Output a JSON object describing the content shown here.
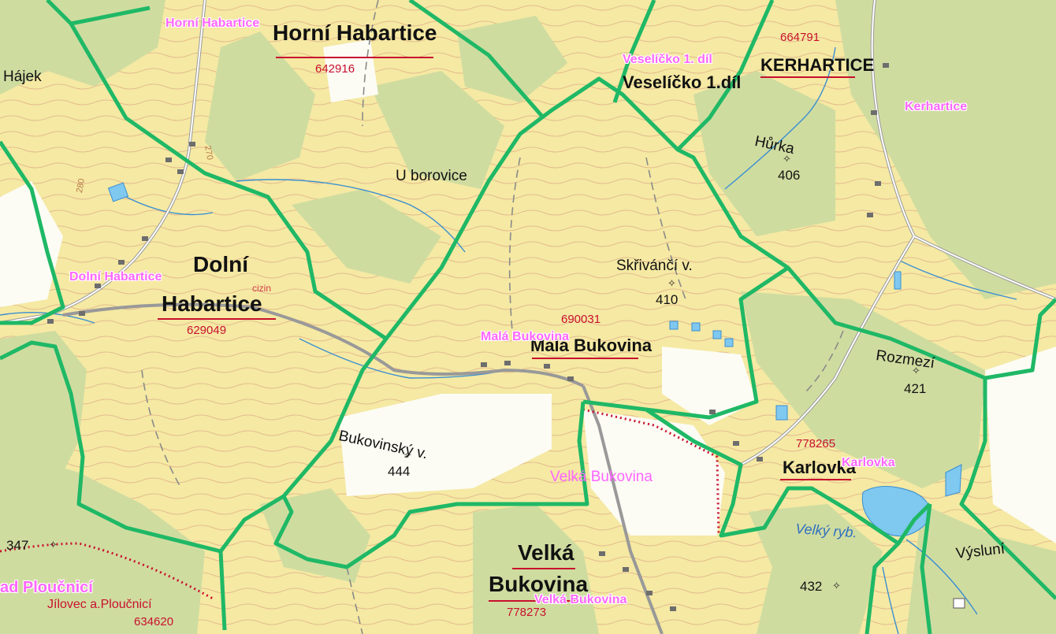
{
  "map": {
    "colors": {
      "background": "#f5e9a3",
      "forest": "#cfdca0",
      "open": "#ffffff",
      "boundary": "#1fb866",
      "contour": "#d9a27a",
      "water": "#7fc8f0",
      "stream": "#3b8fd1",
      "road": "#9a9a9a",
      "label_pink": "#ff66ff",
      "code_red": "#c8102e"
    },
    "villages": {
      "horni_habartice": "Horní Habartice",
      "dolni_1": "Dolní",
      "dolni_2": "Habartice",
      "mala_bukovina": "Malá Bukovina",
      "velka_1": "Velká",
      "velka_2": "Bukovina",
      "kerhartice": "KERHARTICE",
      "veselicko": "Veselíčko 1.díl",
      "karlovka": "Karlovka"
    },
    "codes": {
      "c642916": "642916",
      "c664791": "664791",
      "c629049": "629049",
      "c690031": "690031",
      "c778265": "778265",
      "c778273": "778273",
      "c634620": "634620"
    },
    "overlay": {
      "horni_habartice": "Horní Habartice",
      "veselicko": "Veselíčko 1. díl",
      "kerhartice": "Kerhartice",
      "dolni_habartice": "Dolní Habartice",
      "mala_bukovina": "Malá Bukovina",
      "velka_bukovina_mid": "Velká Bukovina",
      "karlovka": "Karlovka",
      "velka_bukovina_bottom": "Velká Bukovina",
      "ploucnici": "ad Ploučnicí"
    },
    "places": {
      "hajek": "Hájek",
      "u_borovice": "U borovice",
      "hurka": "Hůrka",
      "skrivanci": "Skřivánčí v.",
      "bukovinsky": "Bukovinský v.",
      "rozmezi": "Rozmezí",
      "velky_rybnik": "Velký ryb.",
      "vysluni": "Výsluní",
      "ploucnici_partial": "Jílovec a.Ploučnicí",
      "cizin": "cizin"
    },
    "elevations": {
      "e406": "406",
      "e410": "410",
      "e444": "444",
      "e421": "421",
      "e347": "347",
      "e432": "432",
      "c270": "270",
      "c280": "280"
    },
    "icons": {
      "peak": "✧"
    }
  }
}
